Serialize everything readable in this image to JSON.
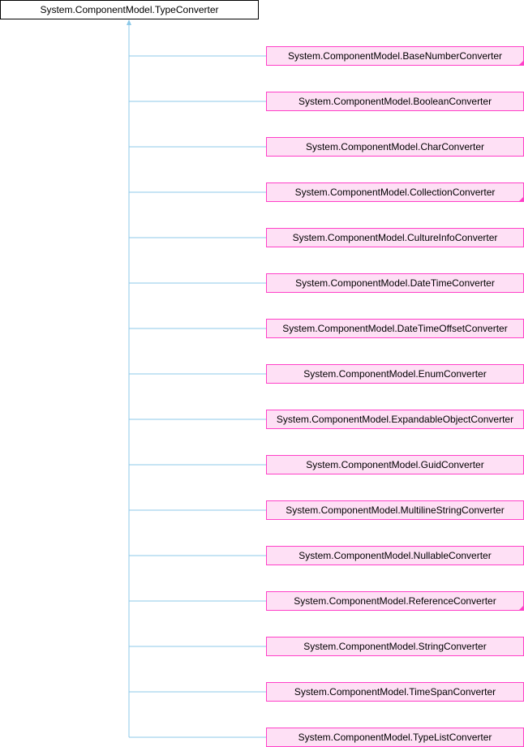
{
  "colors": {
    "edge": "#8cc8e8",
    "child_border": "#ff40c8",
    "child_fill": "#fee0f5"
  },
  "root": {
    "label": "System.ComponentModel.TypeConverter"
  },
  "children": [
    {
      "label": "System.ComponentModel.BaseNumberConverter",
      "has_subclasses": true
    },
    {
      "label": "System.ComponentModel.BooleanConverter",
      "has_subclasses": false
    },
    {
      "label": "System.ComponentModel.CharConverter",
      "has_subclasses": false
    },
    {
      "label": "System.ComponentModel.CollectionConverter",
      "has_subclasses": true
    },
    {
      "label": "System.ComponentModel.CultureInfoConverter",
      "has_subclasses": false
    },
    {
      "label": "System.ComponentModel.DateTimeConverter",
      "has_subclasses": false
    },
    {
      "label": "System.ComponentModel.DateTimeOffsetConverter",
      "has_subclasses": false
    },
    {
      "label": "System.ComponentModel.EnumConverter",
      "has_subclasses": false
    },
    {
      "label": "System.ComponentModel.ExpandableObjectConverter",
      "has_subclasses": false
    },
    {
      "label": "System.ComponentModel.GuidConverter",
      "has_subclasses": false
    },
    {
      "label": "System.ComponentModel.MultilineStringConverter",
      "has_subclasses": false
    },
    {
      "label": "System.ComponentModel.NullableConverter",
      "has_subclasses": false
    },
    {
      "label": "System.ComponentModel.ReferenceConverter",
      "has_subclasses": true
    },
    {
      "label": "System.ComponentModel.StringConverter",
      "has_subclasses": false
    },
    {
      "label": "System.ComponentModel.TimeSpanConverter",
      "has_subclasses": false
    },
    {
      "label": "System.ComponentModel.TypeListConverter",
      "has_subclasses": false
    }
  ]
}
